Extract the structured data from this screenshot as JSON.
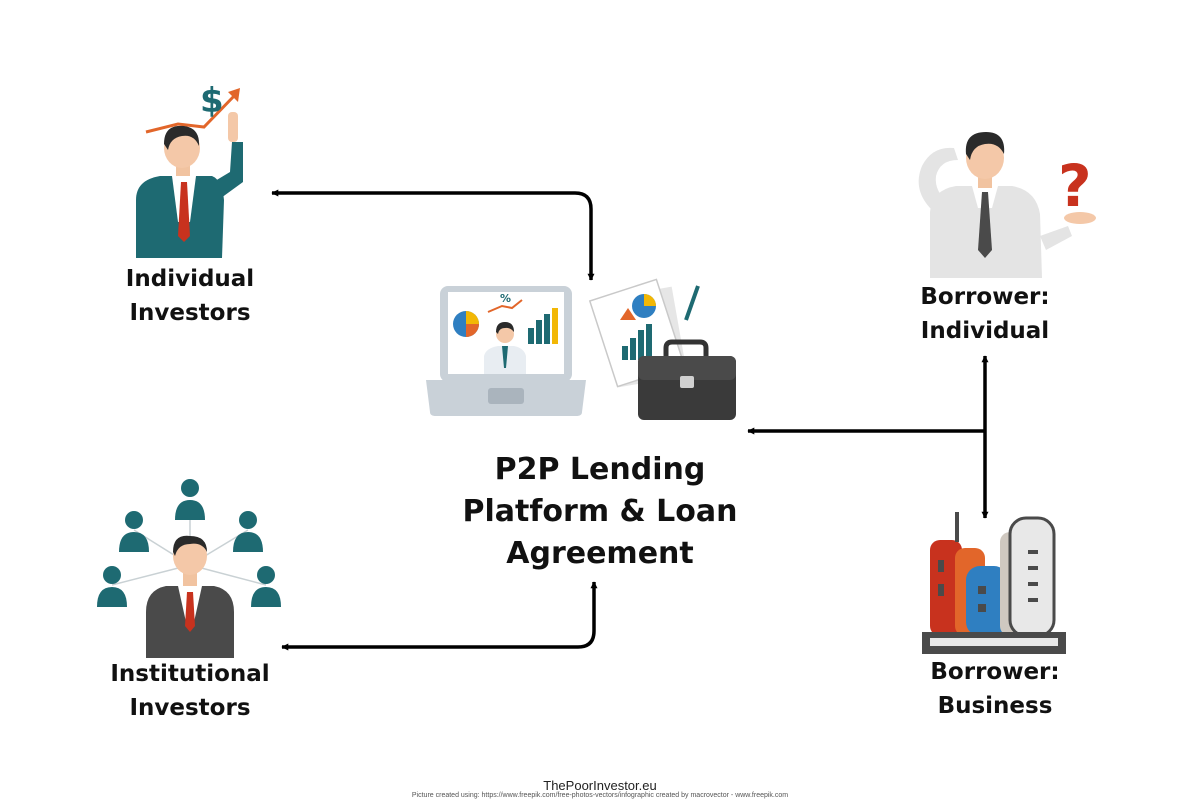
{
  "nodes": {
    "individual_investors": {
      "line1": "Individual",
      "line2": "Investors"
    },
    "institutional_investors": {
      "line1": "Institutional",
      "line2": "Investors"
    },
    "borrower_individual": {
      "line1": "Borrower:",
      "line2": "Individual"
    },
    "borrower_business": {
      "line1": "Borrower:",
      "line2": "Business"
    },
    "platform": {
      "line1": "P2P Lending",
      "line2": "Platform & Loan",
      "line3": "Agreement"
    }
  },
  "icons": {
    "individual_investor": "businessman-pointing-growth-icon",
    "institutional_investor": "businessman-network-icon",
    "borrower_individual": "confused-man-question-icon",
    "borrower_business": "city-buildings-icon",
    "platform_laptop": "laptop-dashboard-icon",
    "platform_documents": "report-documents-icon",
    "platform_briefcase": "briefcase-icon"
  },
  "icon_text": {
    "dollar": "$",
    "percent": "%",
    "question": "?"
  },
  "footer": {
    "site": "ThePoorInvestor.eu",
    "credit": "Picture created using: https://www.freepik.com/free-photos-vectors/infographic created by macrovector - www.freepik.com"
  },
  "colors": {
    "teal": "#1e6a72",
    "suit_gray": "#4a4a4a",
    "tie_red": "#c8321e",
    "arrow": "#000000",
    "orange": "#e2662a",
    "blue": "#2f7fc1",
    "yellow": "#f2b705"
  }
}
